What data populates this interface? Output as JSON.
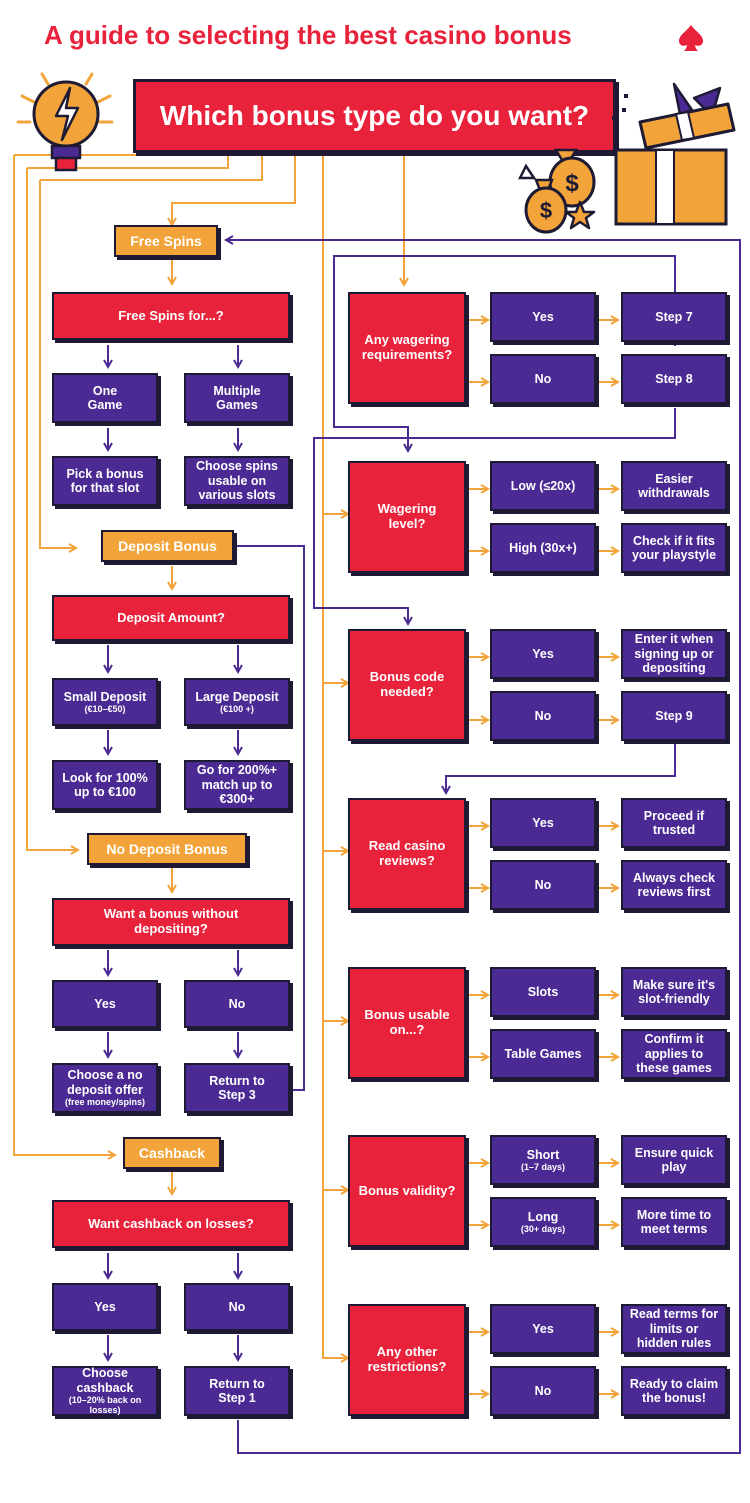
{
  "title": "A guide to selecting the best casino bonus",
  "top_question": "Which bonus type do you want?",
  "colors": {
    "red": "#e8223b",
    "purple": "#4b2a94",
    "orange": "#f2a43a",
    "ink": "#1e1a33"
  },
  "icons": [
    "spade-icon",
    "lightbulb-icon",
    "money-bags-icon",
    "gift-box-icon"
  ],
  "left": {
    "free_spins": {
      "label": "Free Spins",
      "question": "Free Spins for...?",
      "opt1": "One Game",
      "opt2": "Multiple Games",
      "res1": "Pick a bonus for that slot",
      "res2": "Choose spins usable on various slots"
    },
    "deposit": {
      "label": "Deposit Bonus",
      "question": "Deposit Amount?",
      "opt1": "Small Deposit",
      "opt1_sub": "(€10–€50)",
      "opt2": "Large Deposit",
      "opt2_sub": "(€100 +)",
      "res1": "Look for 100% up to €100",
      "res2": "Go for 200%+ match up to €300+"
    },
    "no_deposit": {
      "label": "No Deposit Bonus",
      "question": "Want a bonus without depositing?",
      "opt1": "Yes",
      "opt2": "No",
      "res1": "Choose a no deposit offer",
      "res1_sub": "(free money/spins)",
      "res2": "Return to Step 3"
    },
    "cashback": {
      "label": "Cashback",
      "question": "Want cashback on losses?",
      "opt1": "Yes",
      "opt2": "No",
      "res1": "Choose cashback",
      "res1_sub": "(10–20% back on losses)",
      "res2": "Return to Step 1"
    }
  },
  "right": [
    {
      "question": "Any wagering requirements?",
      "opt1": "Yes",
      "opt1_sub": "",
      "opt2": "No",
      "opt2_sub": "",
      "res1": "Step 7",
      "res2": "Step 8"
    },
    {
      "question": "Wagering level?",
      "opt1": "Low (≤20x)",
      "opt1_sub": "",
      "opt2": "High (30x+)",
      "opt2_sub": "",
      "res1": "Easier withdrawals",
      "res2": "Check if it fits your playstyle"
    },
    {
      "question": "Bonus code needed?",
      "opt1": "Yes",
      "opt1_sub": "",
      "opt2": "No",
      "opt2_sub": "",
      "res1": "Enter it when signing up or depositing",
      "res2": "Step 9"
    },
    {
      "question": "Read casino reviews?",
      "opt1": "Yes",
      "opt1_sub": "",
      "opt2": "No",
      "opt2_sub": "",
      "res1": "Proceed if trusted",
      "res2": "Always check reviews first"
    },
    {
      "question": "Bonus usable on...?",
      "opt1": "Slots",
      "opt1_sub": "",
      "opt2": "Table Games",
      "opt2_sub": "",
      "res1": "Make sure it's slot-friendly",
      "res2": "Confirm it applies to these games"
    },
    {
      "question": "Bonus validity?",
      "opt1": "Short",
      "opt1_sub": "(1–7 days)",
      "opt2": "Long",
      "opt2_sub": "(30+ days)",
      "res1": "Ensure quick play",
      "res2": "More time to meet terms"
    },
    {
      "question": "Any other restrictions?",
      "opt1": "Yes",
      "opt1_sub": "",
      "opt2": "No",
      "opt2_sub": "",
      "res1": "Read terms for limits or hidden rules",
      "res2": "Ready to claim the bonus!"
    }
  ]
}
